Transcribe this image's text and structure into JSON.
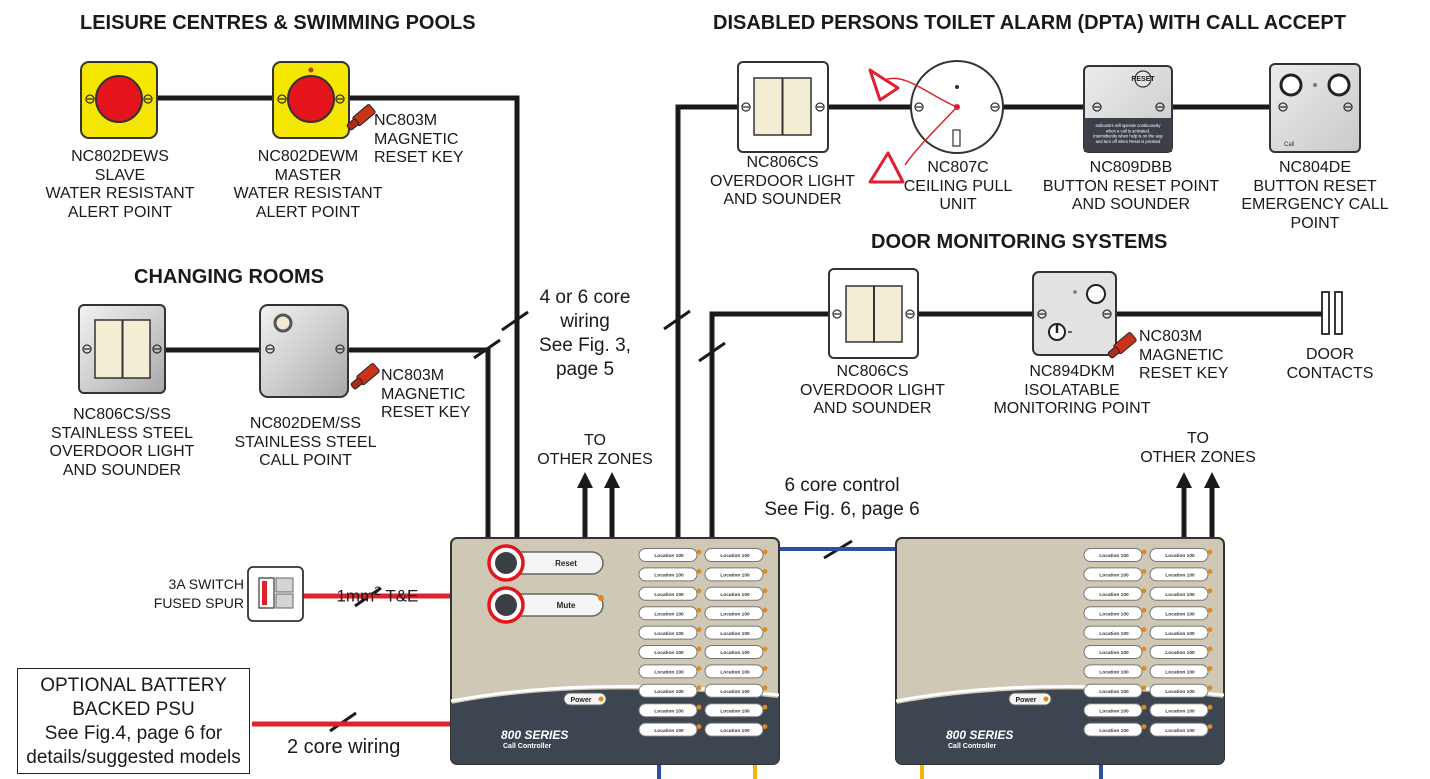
{
  "sections": {
    "leisure": "LEISURE CENTRES & SWIMMING POOLS",
    "dpta": "DISABLED PERSONS TOILET ALARM (DPTA) WITH CALL ACCEPT",
    "changing": "CHANGING ROOMS",
    "door": "DOOR MONITORING SYSTEMS"
  },
  "devices": {
    "nc802dews": "NC802DEWS\nSLAVE\nWATER RESISTANT\nALERT POINT",
    "nc802dewm": "NC802DEWM\nMASTER\nWATER RESISTANT\nALERT POINT",
    "nc803m_top": "NC803M\nMAGNETIC\nRESET KEY",
    "nc806css": "NC806CS/SS\nSTAINLESS STEEL\nOVERDOOR LIGHT\nAND SOUNDER",
    "nc802demss": "NC802DEM/SS\nSTAINLESS STEEL\nCALL POINT",
    "nc803m_mid": "NC803M\nMAGNETIC\nRESET KEY",
    "nc806cs_dpta": "NC806CS\nOVERDOOR LIGHT\nAND SOUNDER",
    "nc807c": "NC807C\nCEILING PULL\nUNIT",
    "nc809dbb": "NC809DBB\nBUTTON RESET POINT\nAND SOUNDER",
    "nc804de": "NC804DE\nBUTTON RESET\nEMERGENCY CALL\nPOINT",
    "nc806cs_door": "NC806CS\nOVERDOOR LIGHT\nAND SOUNDER",
    "nc894dkm": "NC894DKM\nISOLATABLE\nMONITORING POINT",
    "nc803m_door": "NC803M\nMAGNETIC\nRESET KEY",
    "door_contacts": "DOOR\nCONTACTS",
    "spur": "3A SWITCH\nFUSED SPUR"
  },
  "device_text": {
    "reset_badge": "RESET",
    "dbb_notice": "Indicators will operate continuously\nwhen a call is activated.\nIntermittently when help is on the way\nand turn off when Reset is pressed",
    "call": "Call"
  },
  "notes": {
    "wiring": "4 or 6 core\nwiring\nSee Fig. 3,\npage 5",
    "zones_left": "TO\nOTHER ZONES",
    "zones_right": "TO\nOTHER ZONES",
    "control": "6 core control\nSee Fig. 6, page 6",
    "te_main": "1mm",
    "te_sup": "2",
    "te_rest": " T&E",
    "two_core": "2 core wiring",
    "battery": "OPTIONAL BATTERY\nBACKED PSU\nSee Fig.4, page 6 for\ndetails/suggested models"
  },
  "controller": {
    "reset": "Reset",
    "mute": "Mute",
    "power": "Power",
    "series": "800 SERIES",
    "subtitle": "Call Controller",
    "location": "Location 100"
  },
  "colors": {
    "wire_black": "#1a1a1a",
    "wire_red": "#e0202e",
    "wire_blue": "#2c4fa3",
    "wire_yellow": "#f2b705",
    "panel_beige": "#cfc8b5",
    "panel_dark": "#3d4650",
    "alert_yellow": "#f5e600",
    "alert_red": "#e3141b",
    "key_red": "#c8331b"
  }
}
